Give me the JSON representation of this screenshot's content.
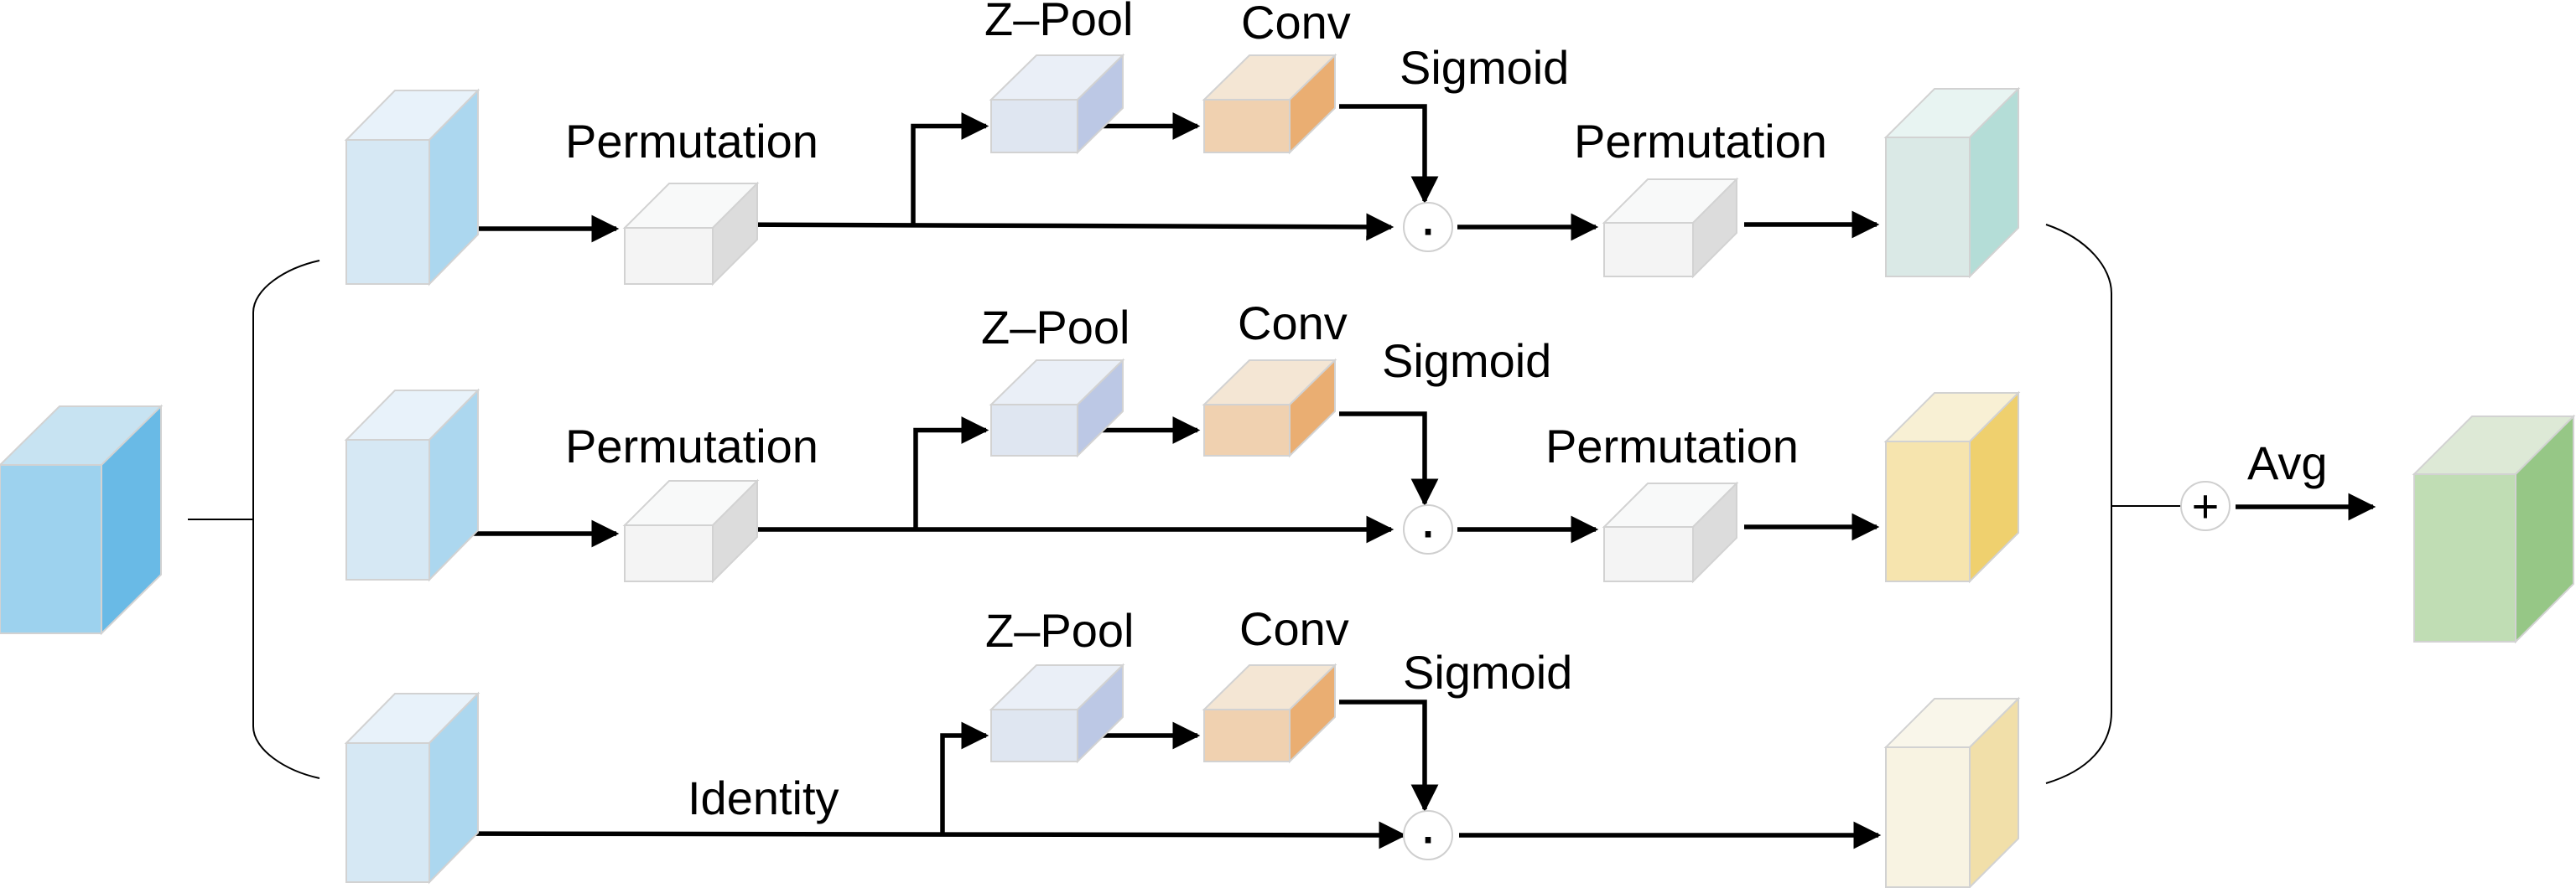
{
  "title": "Triplet attention module diagram",
  "colors": {
    "input": {
      "front": "#9dd2ee",
      "top": "#c7e3f2",
      "side": "#69bae6"
    },
    "branch_input": {
      "front": "#d6e8f4",
      "top": "#e8f2fa",
      "side": "#acd7ef"
    },
    "permutation": {
      "front": "#f4f4f4",
      "top": "#f8f9f9",
      "side": "#dcdcdc"
    },
    "zpool": {
      "front": "#dfe6f1",
      "top": "#eaeff7",
      "side": "#bcc8e5"
    },
    "conv": {
      "front": "#f0d1b0",
      "top": "#f4e6d4",
      "side": "#eaae72"
    },
    "out_teal": {
      "front": "#dae9e6",
      "top": "#e8f4f2",
      "side": "#b4ddd7"
    },
    "out_yellow": {
      "front": "#f6e4ae",
      "top": "#f8f0d4",
      "side": "#efd06e"
    },
    "out_cream": {
      "front": "#f8f3e2",
      "top": "#f9f6ea",
      "side": "#f1dfa9"
    },
    "output": {
      "front": "#c0ddb4",
      "top": "#dde9d6",
      "side": "#96c786"
    }
  },
  "branches": [
    {
      "id": "top",
      "pre_label": "Permutation",
      "zpool_label": "Z–Pool",
      "conv_label": "Conv",
      "sigmoid_label": "Sigmoid",
      "multiply_symbol": "·",
      "post_label": "Permutation"
    },
    {
      "id": "middle",
      "pre_label": "Permutation",
      "zpool_label": "Z–Pool",
      "conv_label": "Conv",
      "sigmoid_label": "Sigmoid",
      "multiply_symbol": "·",
      "post_label": "Permutation"
    },
    {
      "id": "bottom",
      "pre_label": "Identity",
      "zpool_label": "Z–Pool",
      "conv_label": "Conv",
      "sigmoid_label": "Sigmoid",
      "multiply_symbol": "·"
    }
  ],
  "merge": {
    "sum_symbol": "+",
    "avg_label": "Avg"
  }
}
